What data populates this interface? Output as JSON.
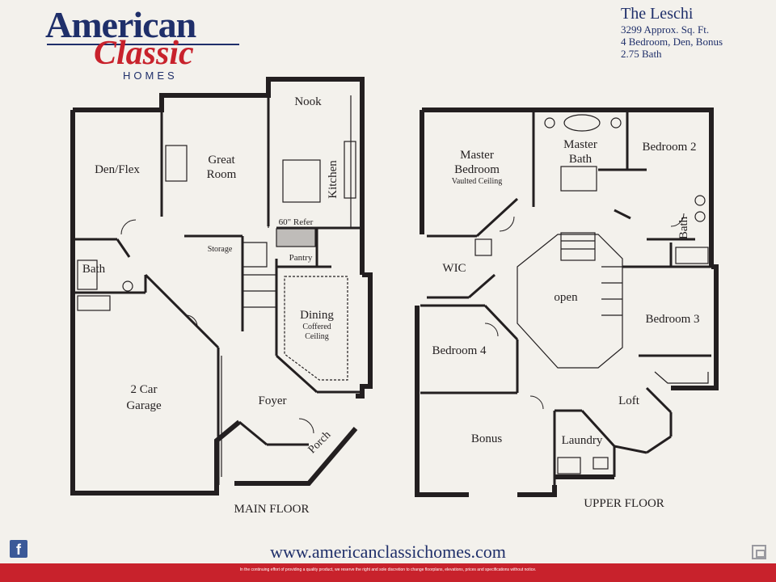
{
  "logo": {
    "line1": "American",
    "line2": "Classic",
    "line3": "HOMES"
  },
  "plan": {
    "name": "The Leschi",
    "sqft": "3299 Approx. Sq. Ft.",
    "rooms": "4 Bedroom, Den, Bonus",
    "bath": "2.75 Bath"
  },
  "main_floor": {
    "title": "MAIN FLOOR",
    "den": "Den/Flex",
    "great_room_1": "Great",
    "great_room_2": "Room",
    "nook": "Nook",
    "kitchen": "Kitchen",
    "refer": "60\" Refer",
    "storage": "Storage",
    "pantry": "Pantry",
    "bath": "Bath",
    "dining": "Dining",
    "coffered_1": "Coffered",
    "coffered_2": "Ceiling",
    "garage_1": "2 Car",
    "garage_2": "Garage",
    "foyer": "Foyer",
    "porch": "Porch"
  },
  "upper_floor": {
    "title": "UPPER FLOOR",
    "master_bed_1": "Master",
    "master_bed_2": "Bedroom",
    "vaulted": "Vaulted Ceiling",
    "master_bath_1": "Master",
    "master_bath_2": "Bath",
    "bedroom2": "Bedroom 2",
    "bath": "Bath",
    "wic": "WIC",
    "open": "open",
    "bedroom3": "Bedroom 3",
    "bedroom4": "Bedroom 4",
    "loft": "Loft",
    "bonus": "Bonus",
    "laundry": "Laundry"
  },
  "footer": {
    "url": "www.americanclassichomes.com",
    "disclaimer": "In the continuing effort of providing a quality product, we reserve the right and sole discretion to change floorplans, elevations, prices and specifications without notice.",
    "fb": "f"
  },
  "colors": {
    "navy": "#1f2f6a",
    "red": "#c8222c",
    "wall": "#231f20"
  }
}
